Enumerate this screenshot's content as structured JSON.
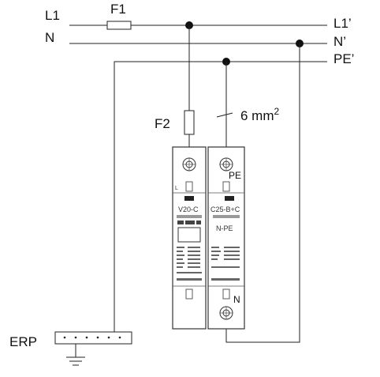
{
  "labels": {
    "l1": "L1",
    "n": "N",
    "l1_prime": "L1’",
    "n_prime": "N’",
    "pe_prime": "PE’",
    "f1": "F1",
    "f2": "F2",
    "cross_section": "6 mm",
    "cross_section_exp": "2",
    "erp": "ERP",
    "pe_terminal": "PE",
    "n_terminal": "N",
    "l_terminal": "L"
  },
  "modules": {
    "left": {
      "model": "V20-C"
    },
    "right": {
      "model": "C25-B+C",
      "function": "N-PE"
    }
  },
  "colors": {
    "line": "#222222",
    "device": "#555555"
  }
}
